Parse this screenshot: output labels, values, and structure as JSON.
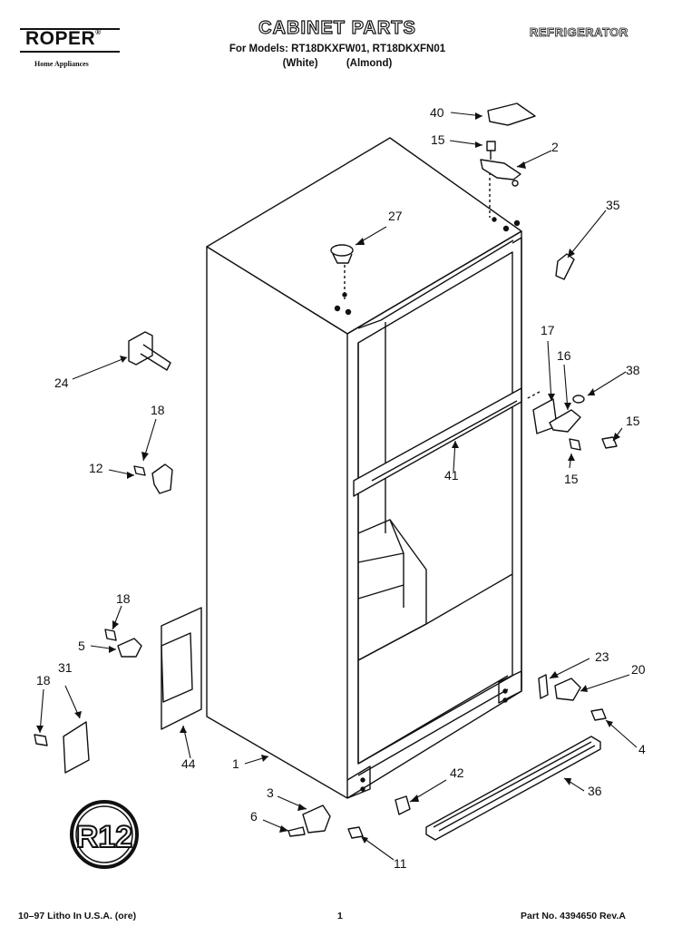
{
  "header": {
    "brand": "ROPER",
    "brand_tm": "®",
    "brand_subtitle": "Home Appliances",
    "title": "CABINET PARTS",
    "models_line": "For Models: RT18DKXFW01, RT18DKXFN01",
    "color_white": "(White)",
    "color_almond": "(Almond)",
    "category": "REFRIGERATOR"
  },
  "callouts": {
    "c40": "40",
    "c15a": "15",
    "c2": "2",
    "c35": "35",
    "c27": "27",
    "c24": "24",
    "c17": "17",
    "c16": "16",
    "c38": "38",
    "c18a": "18",
    "c15b": "15",
    "c12": "12",
    "c15c": "15",
    "c41": "41",
    "c18b": "18",
    "c5": "5",
    "c23": "23",
    "c20": "20",
    "c18c": "18",
    "c31": "31",
    "c4": "4",
    "c44": "44",
    "c1": "1",
    "c42": "42",
    "c36": "36",
    "c3": "3",
    "c6": "6",
    "c11": "11"
  },
  "logo_r12": "R12",
  "footer": {
    "litho": "10–97 Litho In U.S.A. (ore)",
    "page": "1",
    "part_no": "Part No. 4394650 Rev.A"
  }
}
